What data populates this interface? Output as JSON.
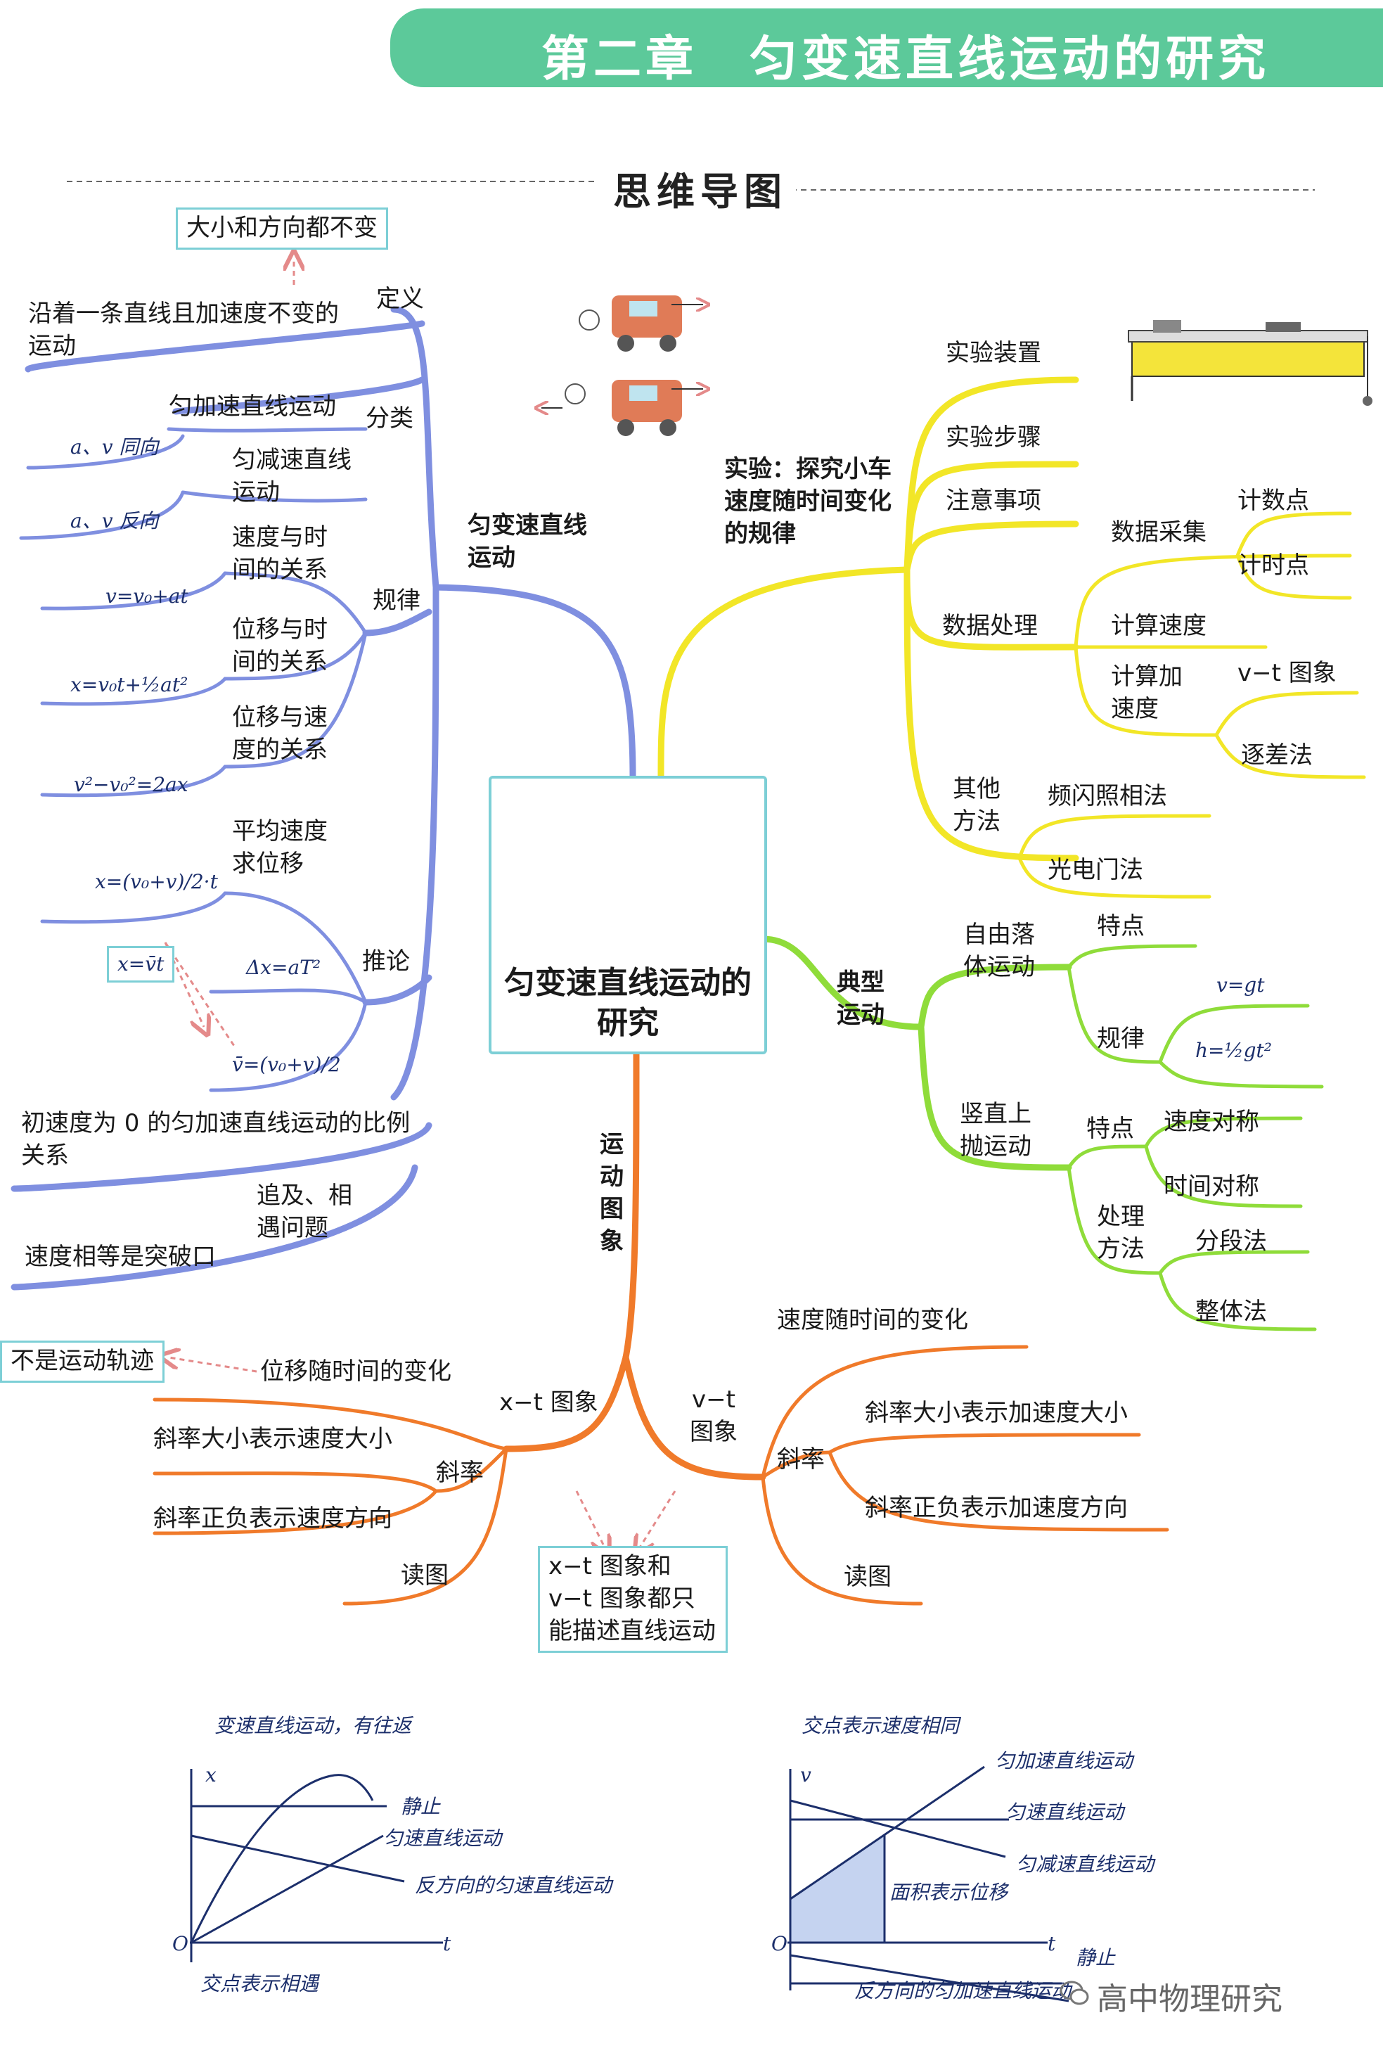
{
  "header": {
    "title": "第二章　匀变速直线运动的研究"
  },
  "section_title": "思维导图",
  "center": {
    "title": "匀变速直线运动的研究"
  },
  "left": {
    "main": "匀变速直线运动",
    "definition_label": "定义",
    "definition_note": "大小和方向都不变",
    "definition_text": "沿着一条直线且加速度不变的运动",
    "classification_label": "分类",
    "uniform_accel": "匀加速直线运动",
    "uniform_accel_cond": "a、v 同向",
    "uniform_decel": "匀减速直线运动",
    "uniform_decel_cond": "a、v 反向",
    "laws_label": "规律",
    "law1_name": "速度与时间的关系",
    "law1_formula": "v=v₀+at",
    "law2_name": "位移与时间的关系",
    "law2_formula": "x=v₀t+½at²",
    "law3_name": "位移与速度的关系",
    "law3_formula": "v²−v₀²=2ax",
    "law4_name": "平均速度求位移",
    "law4_formula": "x=(v₀+v)/2·t",
    "law4_note": "x=v̄t",
    "inference_label": "推论",
    "inference1": "Δx=aT²",
    "inference2": "v̄=(v₀+v)/2",
    "ratio": "初速度为 0 的匀加速直线运动的比例关系",
    "chase_label": "追及、相遇问题",
    "chase_text": "速度相等是突破口"
  },
  "right": {
    "experiment_label": "实验：探究小车速度随时间变化的规律",
    "apparatus": "实验装置",
    "steps": "实验步骤",
    "notes": "注意事项",
    "data_processing": "数据处理",
    "data_collection": "数据采集",
    "counting_point": "计数点",
    "timing_point": "计时点",
    "calc_velocity": "计算速度",
    "calc_accel": "计算加速度",
    "vt_graph": "v−t 图象",
    "successive_diff": "逐差法",
    "other_methods": "其他方法",
    "flash_photo": "频闪照相法",
    "photogate": "光电门法",
    "typical_label": "典型运动",
    "free_fall": "自由落体运动",
    "ff_feature": "特点",
    "ff_law": "规律",
    "ff_v": "v=gt",
    "ff_h": "h=½gt²",
    "vertical_throw": "竖直上抛运动",
    "vt_feature": "特点",
    "speed_sym": "速度对称",
    "time_sym": "时间对称",
    "vt_method": "处理方法",
    "segment_method": "分段法",
    "whole_method": "整体法"
  },
  "bottom": {
    "graphs_label": "运动图象",
    "xt_label": "x−t 图象",
    "xt_disp": "位移随时间的变化",
    "xt_note": "不是运动轨迹",
    "xt_slope": "斜率",
    "xt_slope1": "斜率大小表示速度大小",
    "xt_slope2": "斜率正负表示速度方向",
    "xt_read": "读图",
    "vt_label": "v−t 图象",
    "vt_vel": "速度随时间的变化",
    "vt_slope": "斜率",
    "vt_slope1": "斜率大小表示加速度大小",
    "vt_slope2": "斜率正负表示加速度方向",
    "vt_read": "读图",
    "both_note": "x−t 图象和 v−t 图象都只能描述直线运动"
  },
  "graph_xt": {
    "top_note": "变速直线运动，有往返",
    "x_axis": "t",
    "y_axis": "x",
    "origin": "O",
    "rest": "静止",
    "uniform": "匀速直线运动",
    "reverse": "反方向的匀速直线运动",
    "intersection": "交点表示相遇"
  },
  "graph_vt": {
    "top_note": "交点表示速度相同",
    "x_axis": "t",
    "y_axis": "v",
    "origin": "O",
    "accel": "匀加速直线运动",
    "uniform": "匀速直线运动",
    "decel": "匀减速直线运动",
    "area": "面积表示位移",
    "rest": "静止",
    "reverse": "反方向的匀加速直线运动"
  },
  "watermark": "高中物理研究",
  "colors": {
    "header": "#5cc99a",
    "blue_branch": "#7f8fe0",
    "yellow_branch": "#f2e627",
    "green_branch": "#8fdc3a",
    "orange_branch": "#f07a2a",
    "box_border": "#7dcfd6"
  }
}
